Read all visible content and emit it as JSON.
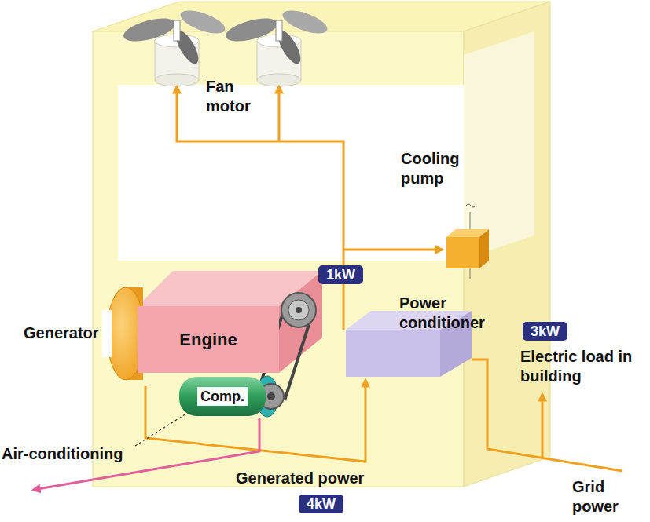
{
  "diagram": {
    "nodes": [
      {
        "text": [
          "Engine"
        ]
      },
      {
        "text": [
          "Comp."
        ]
      },
      {
        "text": [
          "Power conditioner"
        ]
      },
      {
        "text": [
          "1kW"
        ]
      },
      {
        "text": [
          "4kW"
        ]
      },
      {
        "text": [
          "3kW"
        ]
      }
    ],
    "labels": [
      "Fan motor",
      "Cooling pump",
      "Generator",
      "Electric load in building",
      "Air-conditioning",
      "Generated power",
      "Grid power"
    ]
  }
}
